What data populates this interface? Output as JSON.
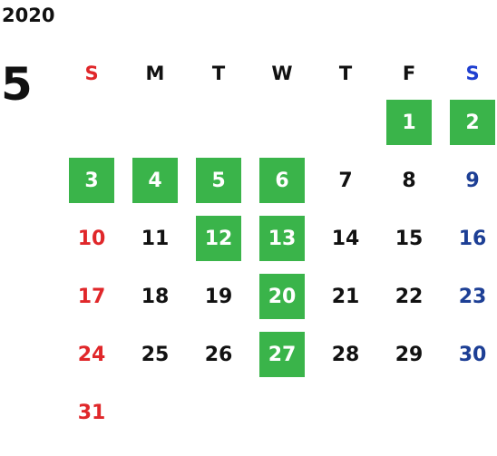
{
  "year": "2020",
  "month": "5",
  "weekdays": [
    "S",
    "M",
    "T",
    "W",
    "T",
    "F",
    "S"
  ],
  "colors": {
    "sunday": "#e0272a",
    "saturday": "#1d3f95",
    "highlight_bg": "#3ab44a",
    "highlight_text": "#ffffff",
    "default_text": "#111111"
  },
  "weeks": [
    [
      {
        "day": ""
      },
      {
        "day": ""
      },
      {
        "day": ""
      },
      {
        "day": ""
      },
      {
        "day": ""
      },
      {
        "day": "1",
        "highlighted": true
      },
      {
        "day": "2",
        "highlighted": true
      }
    ],
    [
      {
        "day": "3",
        "highlighted": true
      },
      {
        "day": "4",
        "highlighted": true
      },
      {
        "day": "5",
        "highlighted": true
      },
      {
        "day": "6",
        "highlighted": true
      },
      {
        "day": "7"
      },
      {
        "day": "8"
      },
      {
        "day": "9"
      }
    ],
    [
      {
        "day": "10"
      },
      {
        "day": "11"
      },
      {
        "day": "12",
        "highlighted": true
      },
      {
        "day": "13",
        "highlighted": true
      },
      {
        "day": "14"
      },
      {
        "day": "15"
      },
      {
        "day": "16"
      }
    ],
    [
      {
        "day": "17"
      },
      {
        "day": "18"
      },
      {
        "day": "19"
      },
      {
        "day": "20",
        "highlighted": true
      },
      {
        "day": "21"
      },
      {
        "day": "22"
      },
      {
        "day": "23"
      }
    ],
    [
      {
        "day": "24"
      },
      {
        "day": "25"
      },
      {
        "day": "26"
      },
      {
        "day": "27",
        "highlighted": true
      },
      {
        "day": "28"
      },
      {
        "day": "29"
      },
      {
        "day": "30"
      }
    ],
    [
      {
        "day": "31"
      },
      {
        "day": ""
      },
      {
        "day": ""
      },
      {
        "day": ""
      },
      {
        "day": ""
      },
      {
        "day": ""
      },
      {
        "day": ""
      }
    ]
  ]
}
